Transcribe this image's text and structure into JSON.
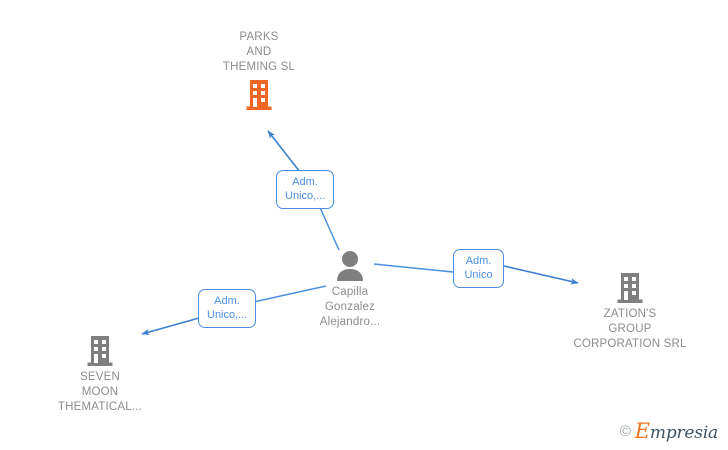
{
  "diagram": {
    "type": "corporate-relationship-graph",
    "background_color": "#ffffff",
    "accent_color": "#4a8fe0",
    "company_highlight_color": "#f26522",
    "company_default_color": "#7f7f7f",
    "person_color": "#7f7f7f",
    "text_color": "#8c8c8c"
  },
  "nodes": {
    "parks_and_theming": {
      "label": "PARKS\nAND\nTHEMING  SL",
      "kind": "company",
      "icon": "building-icon",
      "color": "#f26522"
    },
    "person_center": {
      "label": "Capilla\nGonzalez\nAlejandro...",
      "kind": "person",
      "icon": "person-icon",
      "color": "#7f7f7f"
    },
    "zations_group": {
      "label": "ZATION'S\nGROUP\nCORPORATION SRL",
      "kind": "company",
      "icon": "building-icon",
      "color": "#7f7f7f"
    },
    "seven_moon": {
      "label": "SEVEN\nMOON\nTHEMATICAL...",
      "kind": "company",
      "icon": "building-icon",
      "color": "#7f7f7f"
    }
  },
  "edges": [
    {
      "id": "edge-to-parks",
      "from": "person_center",
      "to": "parks_and_theming",
      "label": "Adm.\nUnico,..."
    },
    {
      "id": "edge-to-zations",
      "from": "person_center",
      "to": "zations_group",
      "label": "Adm.\nUnico"
    },
    {
      "id": "edge-to-seven-moon",
      "from": "person_center",
      "to": "seven_moon",
      "label": "Adm.\nUnico,..."
    }
  ],
  "watermark": {
    "copyright_symbol": "©",
    "brand_initial": "E",
    "brand_rest": "mpresia"
  }
}
